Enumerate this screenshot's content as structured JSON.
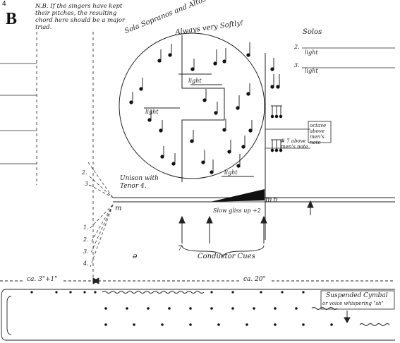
{
  "page": {
    "number": "4",
    "section_letter": "B",
    "note": "N.B. If the singers have kept their pitches, the resulting chord here should be a major triad."
  },
  "circle": {
    "arc_text": "Sola Sopranos and Altos ad lib - free pitch and rhythm",
    "subtitle": "Always very Softly!",
    "light_labels": [
      "light",
      "light",
      "light"
    ]
  },
  "right_side": {
    "solos_label": "Solos",
    "staff_numbers": [
      "2.",
      "3."
    ],
    "light_labels": [
      "light",
      "light"
    ],
    "octave_note": "octave above men's note",
    "fifth_note": "# 7 above men's note"
  },
  "left_side": {
    "voice_numbers": [
      "2.",
      "3.",
      "1.",
      "2.",
      "3.",
      "4."
    ],
    "unison_label": "Unison with Tenor 4.",
    "m_marks": [
      "m",
      "m",
      "n"
    ],
    "symbol": "ə"
  },
  "center": {
    "gliss_label": "Slow gliss up +2",
    "conductor_label": "Conductor Cues",
    "cue_mark": "7"
  },
  "timing": {
    "left_duration": "ca. 3\"+1\"",
    "right_duration": "ca. 20\""
  },
  "bottom": {
    "cymbal_label": "Suspended Cymbal",
    "cymbal_sub": "or voice whispering \"sh\""
  }
}
